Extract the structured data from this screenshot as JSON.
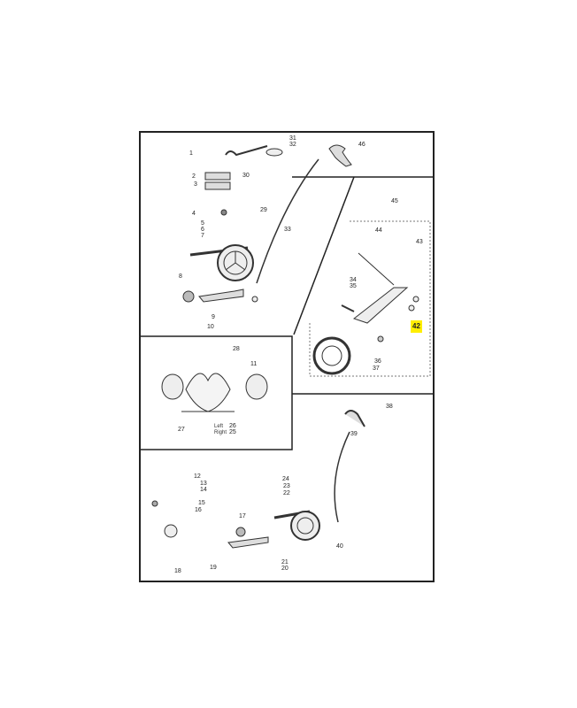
{
  "diagram": {
    "type": "exploded-parts-diagram",
    "highlighted_part": "42",
    "highlight_color": "#ffee00",
    "sections": [
      {
        "name": "handle-crank-assembly",
        "parts": [
          "1",
          "2",
          "3",
          "4",
          "5",
          "6",
          "7",
          "8",
          "9",
          "10",
          "29",
          "30",
          "31",
          "32",
          "33",
          "46"
        ]
      },
      {
        "name": "wheel-kit-assembly",
        "parts": [
          "34",
          "35",
          "36",
          "37",
          "42",
          "43",
          "44",
          "45"
        ]
      },
      {
        "name": "tine-assembly",
        "parts": [
          "11",
          "25",
          "26",
          "27",
          "28"
        ]
      },
      {
        "name": "lower-crank-assembly",
        "parts": [
          "12",
          "13",
          "14",
          "15",
          "16",
          "17",
          "18",
          "19",
          "20",
          "21",
          "22",
          "23",
          "24",
          "38",
          "39",
          "40"
        ]
      }
    ],
    "labels": {
      "p1": "1",
      "p2": "2",
      "p3": "3",
      "p4": "4",
      "p5": "5",
      "p6": "6",
      "p7": "7",
      "p8": "8",
      "p9": "9",
      "p10": "10",
      "p11": "11",
      "p12": "12",
      "p13": "13",
      "p14": "14",
      "p15": "15",
      "p16": "16",
      "p17": "17",
      "p18": "18",
      "p19": "19",
      "p20": "20",
      "p21": "21",
      "p22": "22",
      "p23": "23",
      "p24": "24",
      "p25": "25",
      "p26": "26",
      "p27": "27",
      "p28": "28",
      "p29": "29",
      "p30": "30",
      "p31": "31",
      "p32": "32",
      "p33": "33",
      "p34": "34",
      "p35": "35",
      "p36": "36",
      "p37": "37",
      "p38": "38",
      "p39": "39",
      "p40": "40",
      "p42": "42",
      "p43": "43",
      "p44": "44",
      "p45": "45",
      "p46": "46"
    },
    "legend": {
      "left_label": "Left",
      "right_label": "Right"
    }
  }
}
